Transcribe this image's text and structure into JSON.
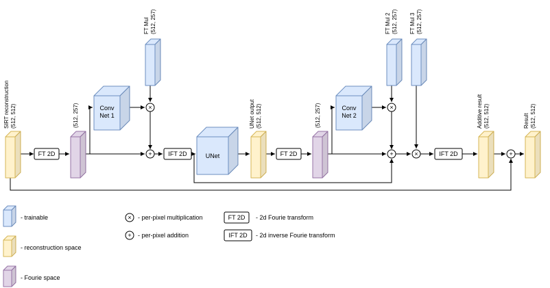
{
  "colors": {
    "background": "#ffffff",
    "line": "#000000",
    "trainable_fill": "#dae8fc",
    "trainable_stroke": "#6c8ebf",
    "reconstruction_fill": "#fff2cc",
    "reconstruction_stroke": "#d6b656",
    "fourier_fill": "#e1d5e7",
    "fourier_stroke": "#9673a6",
    "box_fill": "#ffffff",
    "box_stroke": "#000000"
  },
  "operators": {
    "multiply": "×",
    "add": "+"
  },
  "nodes": {
    "input": {
      "name": "SIRT reconstruction",
      "shape": "(512, 512)"
    },
    "ft2d_1": {
      "label": "FT 2D"
    },
    "fourier_1": {
      "shape": "(512, 257)"
    },
    "conv_net_1": {
      "line1": "Conv",
      "line2": "Net 1"
    },
    "ft_mul_1": {
      "name": "FT Mul",
      "shape": "(512, 257)"
    },
    "ift2d_1": {
      "label": "IFT 2D"
    },
    "unet": {
      "label": "UNet"
    },
    "unet_output": {
      "name": "UNet output",
      "shape": "(512, 512)"
    },
    "ft2d_2": {
      "label": "FT 2D"
    },
    "fourier_2": {
      "shape": "(512, 257)"
    },
    "conv_net_2": {
      "line1": "Conv",
      "line2": "Net 2"
    },
    "ft_mul_2": {
      "name": "FT Mul 2",
      "shape": "(512, 257)"
    },
    "ft_mul_3": {
      "name": "FT Mul 3",
      "shape": "(512, 257)"
    },
    "ift2d_2": {
      "label": "IFT 2D"
    },
    "additive_result": {
      "name": "Additive result",
      "shape": "(512, 512)"
    },
    "result": {
      "name": "Result",
      "shape": "(512, 512)"
    }
  },
  "legend": {
    "trainable": "- trainable",
    "reconstruction_space": "- reconstruction space",
    "fourier_space": "- Fourie space",
    "multiplication": "- per-pixel multiplication",
    "addition": "- per-pixel addition",
    "ft2d": {
      "label": "FT 2D",
      "desc": "- 2d Fourie transform"
    },
    "ift2d": {
      "label": "IFT 2D",
      "desc": "- 2d inverse Fourie transform"
    }
  }
}
